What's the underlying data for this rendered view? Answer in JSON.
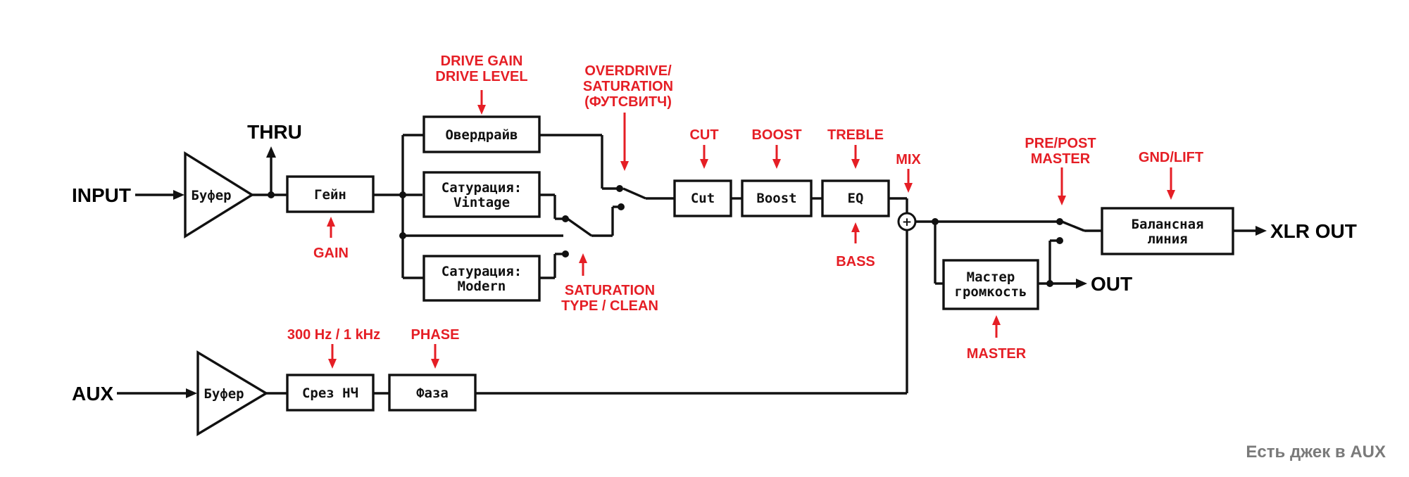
{
  "colors": {
    "accent_red": "#e51e25",
    "line": "#111111",
    "footnote_gray": "#7a7a7a"
  },
  "io": {
    "input": "INPUT",
    "thru": "THRU",
    "aux": "AUX",
    "xlr_out": "XLR OUT",
    "out": "OUT"
  },
  "blocks": {
    "buffer_main": "Буфер",
    "gain": "Гейн",
    "overdrive": "Овердрайв",
    "sat_vintage": [
      "Сатурация:",
      "Vintage"
    ],
    "sat_modern": [
      "Сатурация:",
      "Modern"
    ],
    "cut": "Cut",
    "boost": "Boost",
    "eq": "EQ",
    "balanced": [
      "Балансная",
      "линия"
    ],
    "master": [
      "Мастер",
      "громкость"
    ],
    "buffer_aux": "Буфер",
    "lowcut": "Срез НЧ",
    "phase": "Фаза"
  },
  "controls": {
    "gain": "GAIN",
    "drive": [
      "DRIVE GAIN",
      "DRIVE LEVEL"
    ],
    "od_sat": [
      "OVERDRIVE/",
      "SATURATION",
      "(ФУТСВИТЧ)"
    ],
    "sat_type": [
      "SATURATION",
      "TYPE / CLEAN"
    ],
    "cut": "CUT",
    "boost": "BOOST",
    "treble": "TREBLE",
    "bass": "BASS",
    "mix": "MIX",
    "prepost": [
      "PRE/POST",
      "MASTER"
    ],
    "gnd": "GND/LIFT",
    "master": "MASTER",
    "hpf": "300 Hz / 1 kHz",
    "phase": "PHASE"
  },
  "summing_symbol": "+",
  "footnote": "Есть джек в AUX"
}
